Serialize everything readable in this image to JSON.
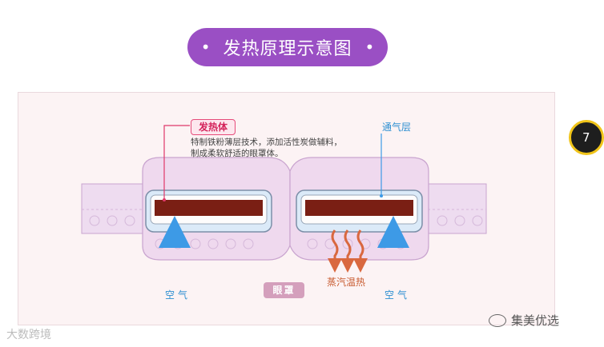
{
  "title": "发热原理示意图",
  "title_dots": [
    "•",
    "•"
  ],
  "labels": {
    "heater_title": "发热体",
    "heater_desc_line1": "特制铁粉薄层技术，添加活性炭做辅料，",
    "heater_desc_line2": "制成柔软舒适的眼罩体。",
    "vent_layer": "通气层",
    "air_left": "空气",
    "air_right": "空气",
    "steam": "蒸汽温热",
    "mask": "眼罩"
  },
  "watermarks": {
    "left": "大数跨境",
    "right": "集美优选"
  },
  "badge_text": "7",
  "colors": {
    "title_bg": "#9a4fc4",
    "heater": "#7a1f14",
    "air_arrow": "#3d9ae6",
    "steam_arrow": "#d9683f",
    "mask_body": "#f2dcf0",
    "mask_tag": "#d49fbc"
  }
}
